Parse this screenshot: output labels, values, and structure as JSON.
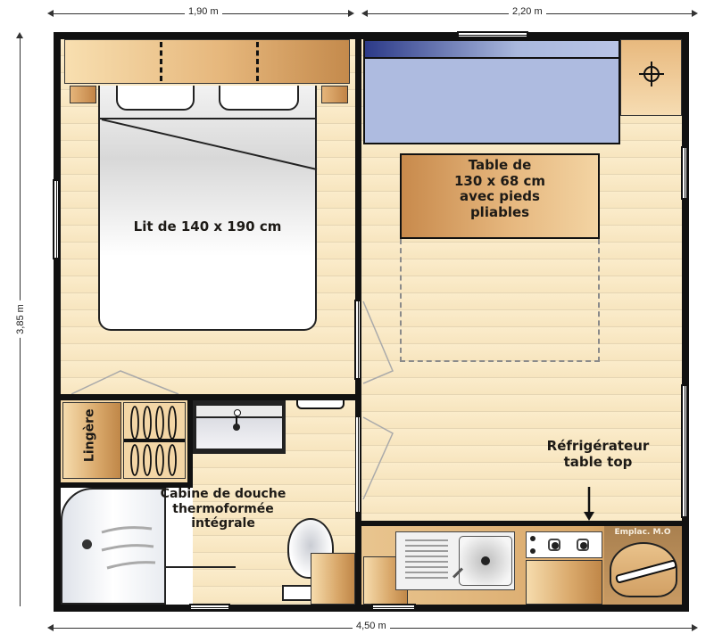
{
  "dimensions": {
    "top_left": "1,90 m",
    "top_right": "2,20 m",
    "bottom": "4,50 m",
    "left": "3,85 m"
  },
  "rooms": {
    "bedroom": {
      "bed_label": "Lit de 140 x 190 cm"
    },
    "living": {
      "table_label_lines": [
        "Table de",
        "130 x 68 cm",
        "avec pieds",
        "pliables"
      ],
      "fridge_label_lines": [
        "Réfrigérateur",
        "table top"
      ],
      "microwave_label": "Emplac. M.O"
    },
    "storage": {
      "linen_label": "Lingère"
    },
    "bathroom": {
      "shower_label_lines": [
        "Cabine de douche",
        "thermoformée",
        "intégrale"
      ]
    }
  },
  "colors": {
    "wall": "#111111",
    "floor": "#f7e5bf",
    "bench_blue": "#a9b8dd",
    "wood": "#d9a86a",
    "bed": "#ffffff"
  }
}
